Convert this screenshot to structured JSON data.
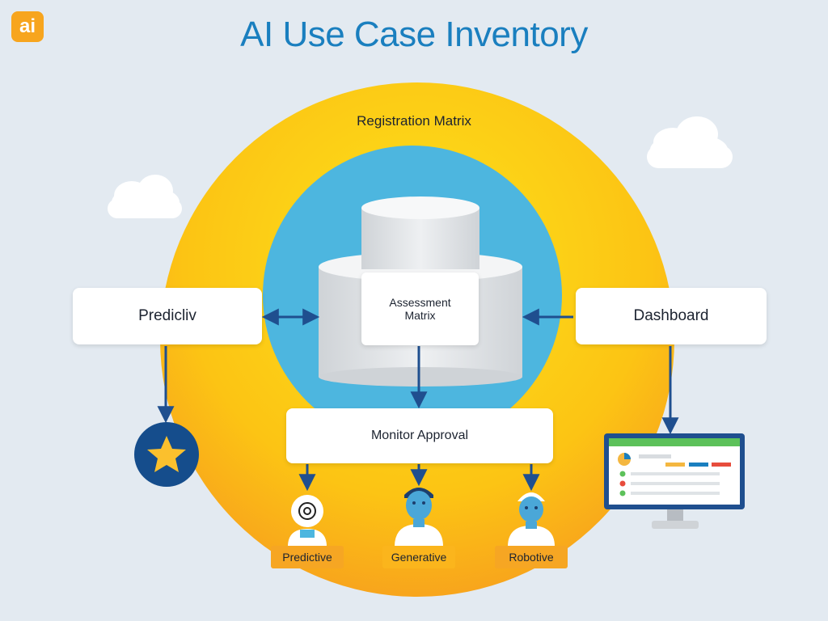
{
  "logo_text": "ai",
  "title": "AI Use Case Inventory",
  "ring_label": "Registration Matrix",
  "nodes": {
    "left": "Predicliv",
    "right": "Dashboard",
    "center": "Assessment\nMatrix",
    "bottom": "Monitor Approval"
  },
  "agents": [
    {
      "label": "Predictive"
    },
    {
      "label": "Generative"
    },
    {
      "label": "Robotive"
    }
  ],
  "colors": {
    "background": "#e3eaf1",
    "outer_ring": "#f9b616",
    "inner_ring": "#4db6df",
    "arrow": "#1f4f8f",
    "tag": "#f6a623",
    "title": "#1a7fbf"
  }
}
